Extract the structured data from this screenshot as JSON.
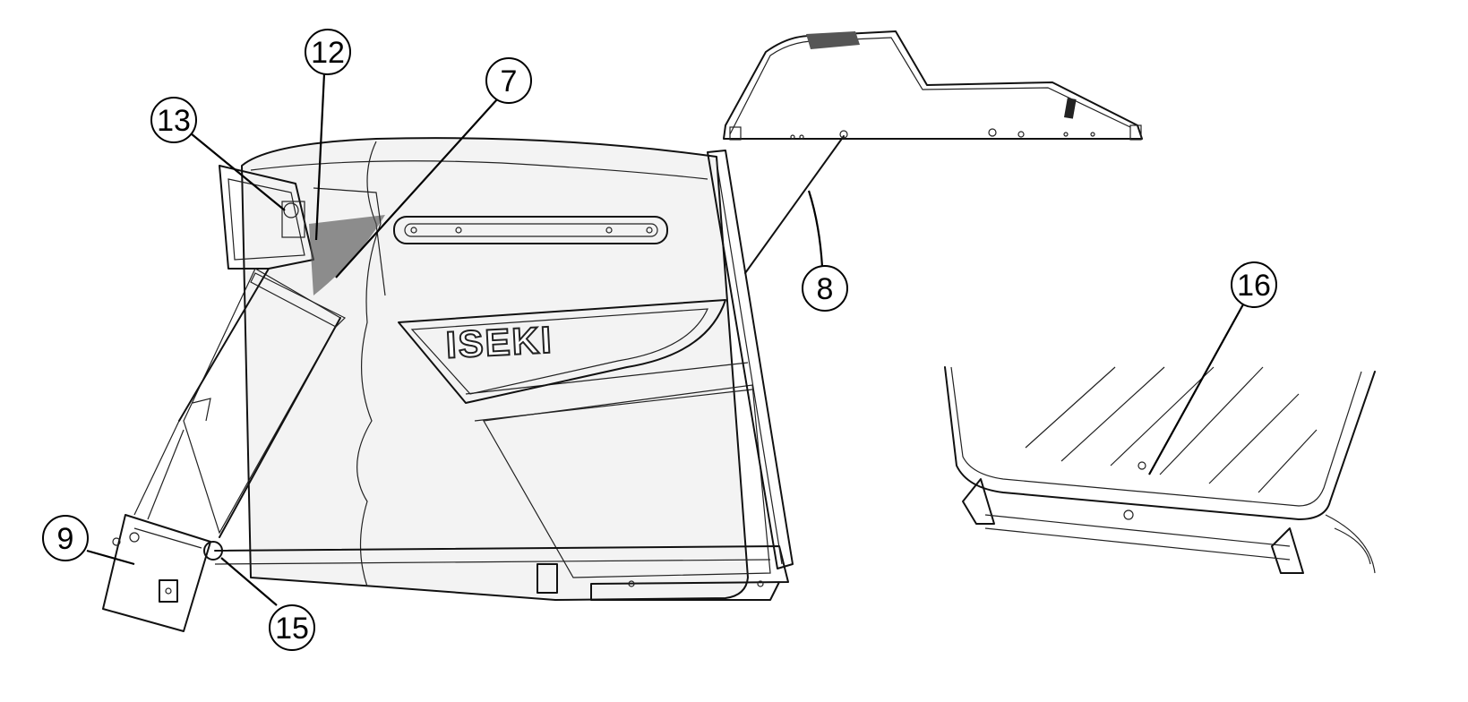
{
  "callouts": [
    {
      "label": "12"
    },
    {
      "label": "7"
    },
    {
      "label": "13"
    },
    {
      "label": "8"
    },
    {
      "label": "16"
    },
    {
      "label": "9"
    },
    {
      "label": "15"
    }
  ],
  "brand": {
    "text": "ISEKI"
  }
}
